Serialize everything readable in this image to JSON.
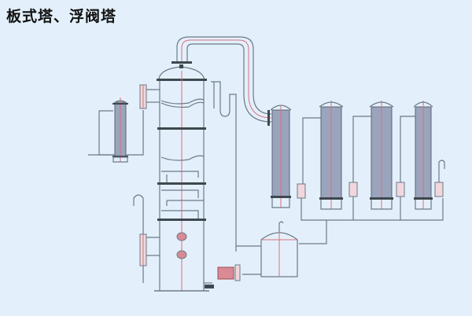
{
  "title": "板式塔、浮阀塔",
  "colors": {
    "background": "#e3f0fb",
    "line": "#6c7a86",
    "centerline": "#d9707e",
    "tube_fill": "#9aa4bd",
    "motor": "#d98a94"
  },
  "components": {
    "main_column": "plate-column",
    "top_condenser": "vapor-pipe",
    "reflux_condenser": "small-heat-exchanger",
    "side_gauge": "level-gauge",
    "membrane_modules": [
      "module-1",
      "module-2",
      "module-3",
      "module-4"
    ],
    "collection_tank": "receiver-tank",
    "pump": "feed-pump"
  }
}
